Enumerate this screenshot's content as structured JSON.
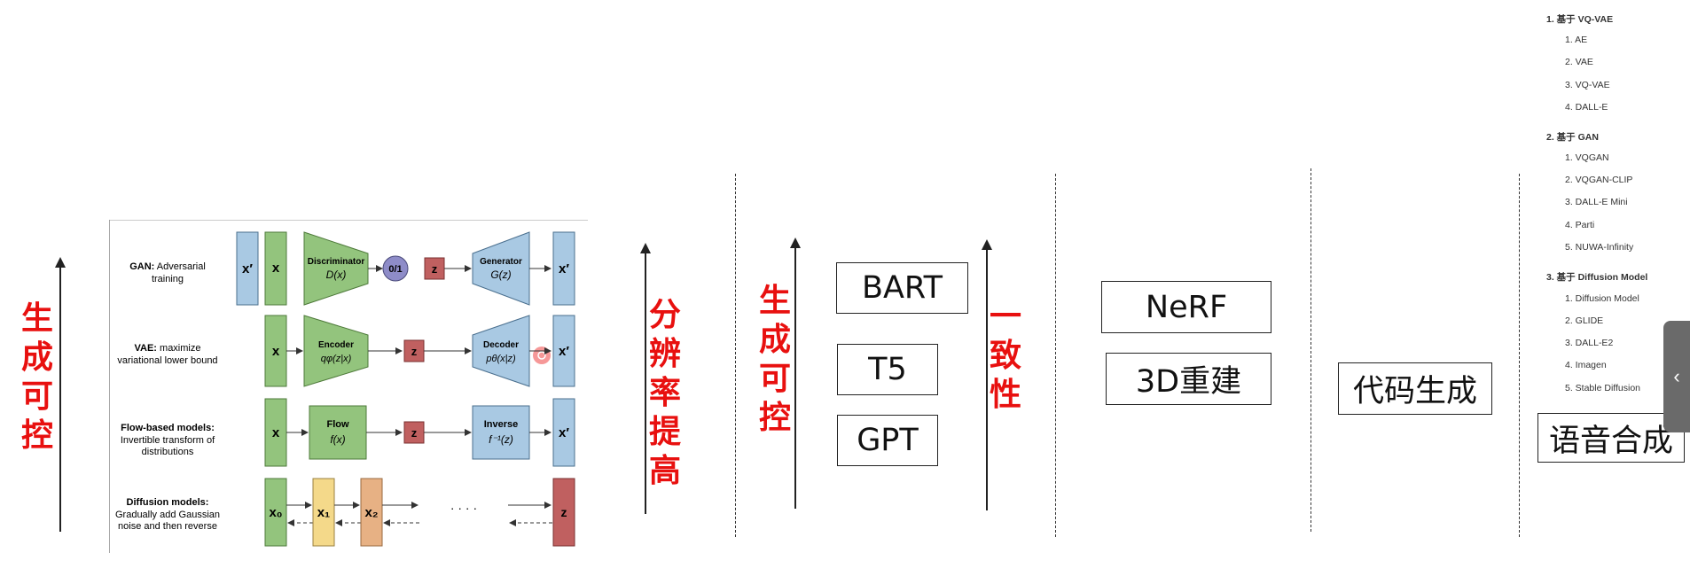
{
  "left_label": {
    "chars": [
      "生",
      "成",
      "可",
      "控"
    ]
  },
  "figure": {
    "rows": [
      {
        "title": "GAN:",
        "desc_lines": [
          "Adversarial",
          "training"
        ]
      },
      {
        "title": "VAE:",
        "desc_lines": [
          "maximize",
          "variational lower bound"
        ]
      },
      {
        "title": "Flow-based models:",
        "desc_lines": [
          "Invertible transform of",
          "distributions"
        ]
      },
      {
        "title": "Diffusion models:",
        "desc_lines": [
          "Gradually add Gaussian",
          "noise and then reverse"
        ]
      }
    ],
    "nodes": {
      "x_prime": "x′",
      "x": "x",
      "z": "z",
      "discriminator": "Discriminator",
      "discriminator_fn": "D(x)",
      "zero_one": "0/1",
      "generator": "Generator",
      "generator_fn": "G(z)",
      "encoder": "Encoder",
      "encoder_fn": "qφ(z|x)",
      "decoder": "Decoder",
      "decoder_fn": "pθ(x|z)",
      "flow": "Flow",
      "flow_fn": "f(x)",
      "inverse": "Inverse",
      "inverse_fn": "f⁻¹(z)",
      "x0": "x₀",
      "x1": "x₁",
      "x2": "x₂",
      "dots": "· · · ·"
    },
    "colors": {
      "green": "#93c47d",
      "blue": "#a9c9e3",
      "red": "#c06060",
      "yellow": "#f4d98a",
      "orange": "#e7b184",
      "purple": "#8e8cc8"
    }
  },
  "resolution_label": {
    "chars": [
      "分",
      "辨",
      "率",
      "提",
      "高"
    ]
  },
  "controllable_label": {
    "chars": [
      "生",
      "成",
      "可",
      "控"
    ]
  },
  "models": [
    "BART",
    "T5",
    "GPT"
  ],
  "consistency_label": {
    "chars": [
      "一",
      "致",
      "性"
    ]
  },
  "three_d": [
    "NeRF",
    "3D重建"
  ],
  "code_gen": "代码生成",
  "speech": "语音合成",
  "outline": {
    "sections": [
      {
        "title": "1. 基于 VQ-VAE",
        "items": [
          "1. AE",
          "2. VAE",
          "3. VQ-VAE",
          "4. DALL-E"
        ]
      },
      {
        "title": "2. 基于 GAN",
        "items": [
          "1. VQGAN",
          "2. VQGAN-CLIP",
          "3. DALL-E Mini",
          "4. Parti",
          "5. NUWA-Infinity"
        ]
      },
      {
        "title": "3. 基于 Diffusion Model",
        "items": [
          "1. Diffusion Model",
          "2. GLIDE",
          "3. DALL-E2",
          "4. Imagen",
          "5. Stable Diffusion"
        ]
      }
    ]
  },
  "side_tab_icon": "‹"
}
